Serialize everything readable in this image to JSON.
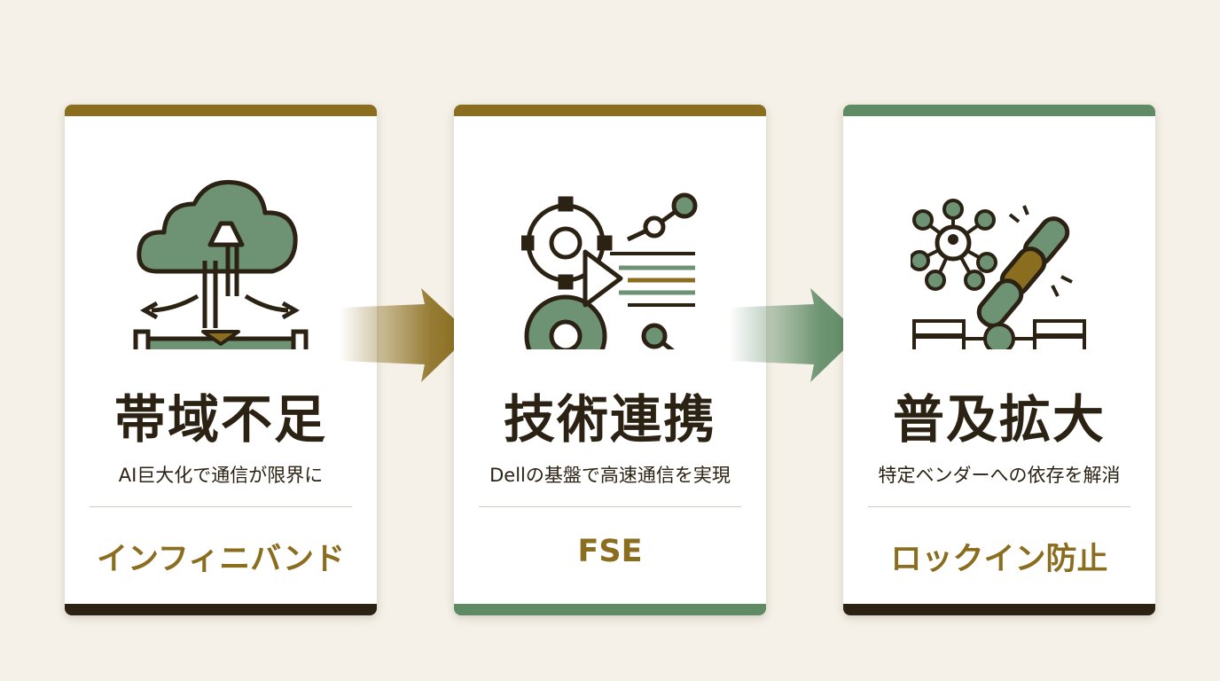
{
  "colors": {
    "background": "#f5f1e8",
    "gold": "#8a6d1e",
    "green": "#5e8a64",
    "dark": "#2b2213",
    "card": "#ffffff"
  },
  "steps": [
    {
      "title": "帯域不足",
      "subtitle": "AI巨大化で通信が限界に",
      "tag": "インフィニバンド",
      "icon": "cloud-pipeline-icon",
      "top_color": "gold",
      "bottom_color": "dark"
    },
    {
      "title": "技術連携",
      "subtitle": "Dellの基盤で高速通信を実現",
      "tag": "FSE",
      "icon": "gears-network-icon",
      "top_color": "gold",
      "bottom_color": "green"
    },
    {
      "title": "普及拡大",
      "subtitle": "特定ベンダーへの依存を解消",
      "tag": "ロックイン防止",
      "icon": "broken-chain-servers-icon",
      "top_color": "green",
      "bottom_color": "dark"
    }
  ],
  "arrows": [
    {
      "icon": "arrow-right-icon",
      "color": "gold"
    },
    {
      "icon": "arrow-right-icon",
      "color": "green"
    }
  ]
}
